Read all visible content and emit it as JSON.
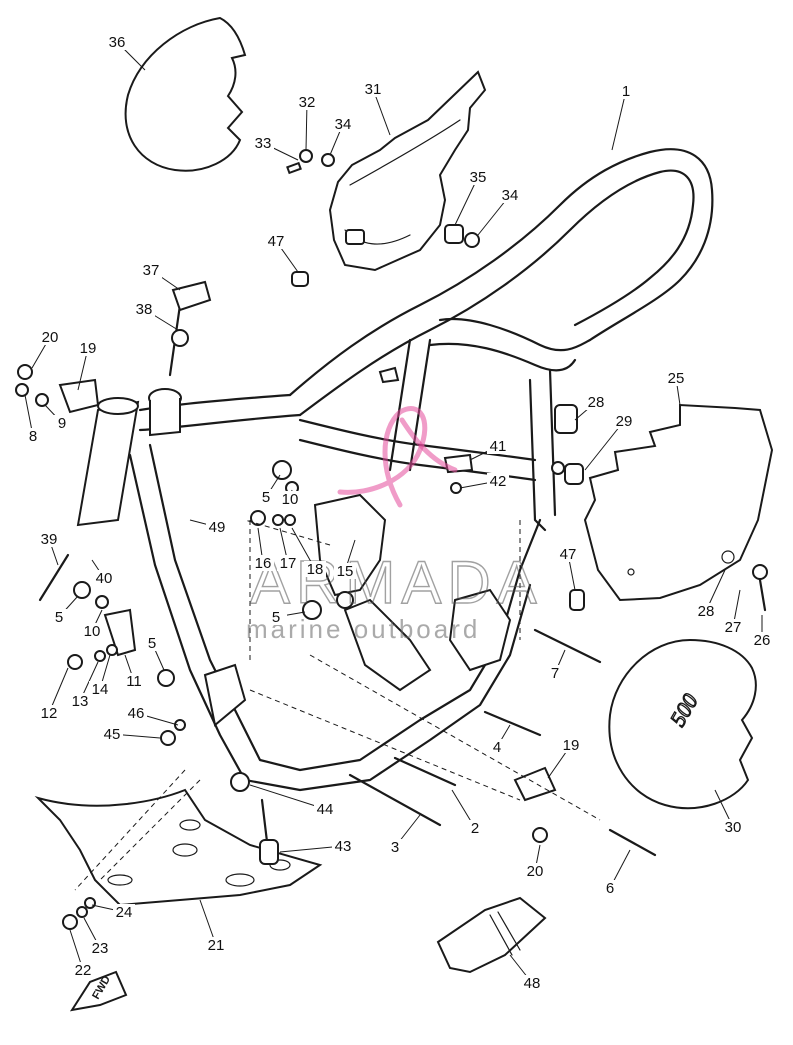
{
  "watermark": {
    "brand": "ARMADA",
    "tagline": "marine outboard"
  },
  "plate_marking": "500",
  "direction_arrow": "FWD",
  "callouts": [
    {
      "label": "1"
    },
    {
      "label": "2"
    },
    {
      "label": "3"
    },
    {
      "label": "4"
    },
    {
      "label": "5"
    },
    {
      "label": "5"
    },
    {
      "label": "5"
    },
    {
      "label": "5"
    },
    {
      "label": "6"
    },
    {
      "label": "7"
    },
    {
      "label": "8"
    },
    {
      "label": "9"
    },
    {
      "label": "10"
    },
    {
      "label": "10"
    },
    {
      "label": "11"
    },
    {
      "label": "12"
    },
    {
      "label": "13"
    },
    {
      "label": "14"
    },
    {
      "label": "15"
    },
    {
      "label": "16"
    },
    {
      "label": "17"
    },
    {
      "label": "18"
    },
    {
      "label": "19"
    },
    {
      "label": "19"
    },
    {
      "label": "20"
    },
    {
      "label": "20"
    },
    {
      "label": "21"
    },
    {
      "label": "22"
    },
    {
      "label": "23"
    },
    {
      "label": "24"
    },
    {
      "label": "25"
    },
    {
      "label": "26"
    },
    {
      "label": "27"
    },
    {
      "label": "28"
    },
    {
      "label": "28"
    },
    {
      "label": "29"
    },
    {
      "label": "30"
    },
    {
      "label": "31"
    },
    {
      "label": "32"
    },
    {
      "label": "33"
    },
    {
      "label": "34"
    },
    {
      "label": "34"
    },
    {
      "label": "35"
    },
    {
      "label": "36"
    },
    {
      "label": "37"
    },
    {
      "label": "38"
    },
    {
      "label": "39"
    },
    {
      "label": "40"
    },
    {
      "label": "41"
    },
    {
      "label": "42"
    },
    {
      "label": "43"
    },
    {
      "label": "44"
    },
    {
      "label": "45"
    },
    {
      "label": "46"
    },
    {
      "label": "47"
    },
    {
      "label": "47"
    },
    {
      "label": "48"
    },
    {
      "label": "49"
    }
  ]
}
